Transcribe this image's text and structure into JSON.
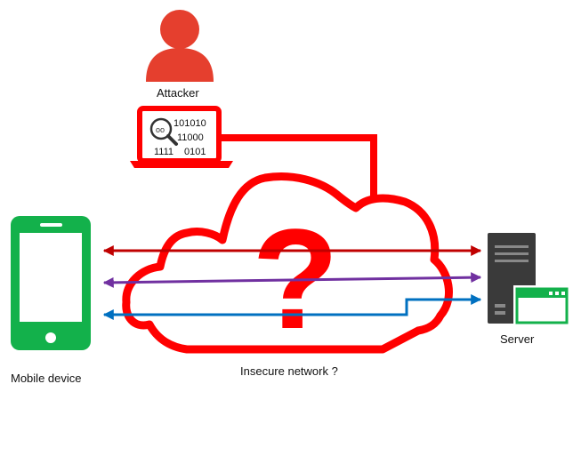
{
  "labels": {
    "attacker": "Attacker",
    "mobile": "Mobile device",
    "network": "Insecure network ?",
    "server": "Server"
  },
  "laptop_screen_text": {
    "line1": "101010",
    "line2": "11000",
    "line3": "1111",
    "line4": "0101"
  },
  "cloud_symbol": "?",
  "colors": {
    "attacker_red": "#e53f2e",
    "network_red": "#ff0000",
    "phone_green": "#13b14b",
    "server_gray": "#3a3a3a",
    "app_window_green": "#13b14b",
    "arrow_red": "#c00000",
    "arrow_purple": "#7030a0",
    "arrow_blue": "#0070c0"
  },
  "icons": {
    "attacker": "person-icon",
    "laptop": "laptop-icon",
    "magnifier": "magnifier-icon",
    "cloud": "cloud-icon",
    "phone": "smartphone-icon",
    "server": "server-icon",
    "app_window": "app-window-icon"
  }
}
